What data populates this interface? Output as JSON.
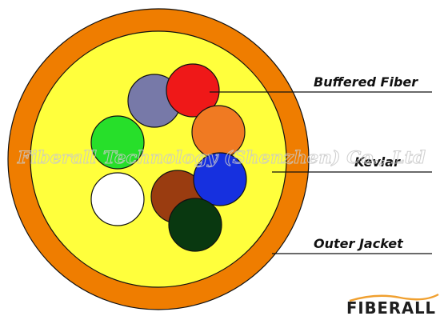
{
  "labels": {
    "buffered_fiber": "Buffered Fiber",
    "kevlar": "Kevlar",
    "outer_jacket": "Outer Jacket"
  },
  "watermark": "Fiberall Technology (Shenzhen) Co., Ltd",
  "logo": "FIBERALL",
  "colors": {
    "outer_jacket": "#ef7d00",
    "kevlar": "#ffff3c",
    "fiber_slate": "#7779a8",
    "fiber_red": "#ef1818",
    "fiber_orange": "#f07a22",
    "fiber_green": "#27df2a",
    "fiber_blue": "#1630df",
    "fiber_white": "#ffffff",
    "fiber_brown": "#9a3c10",
    "fiber_darkgreen": "#093810",
    "logo_accent": "#f0a030"
  }
}
